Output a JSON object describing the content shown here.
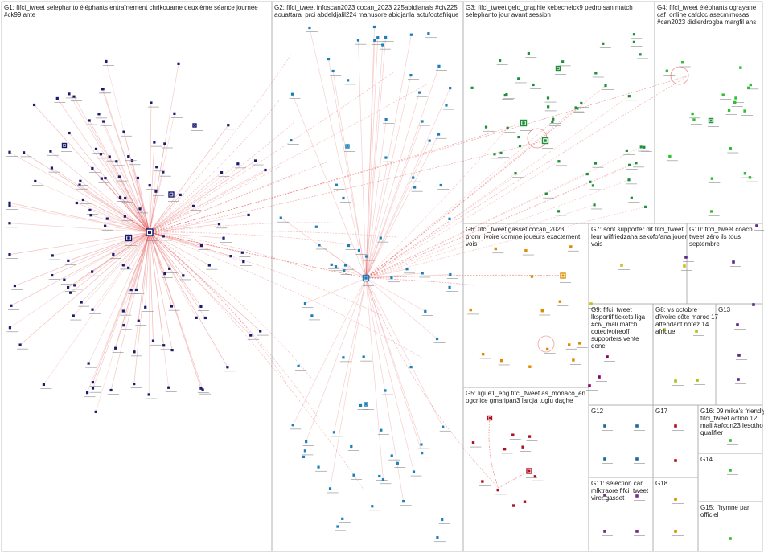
{
  "colors": {
    "g1": "#1a1a6e",
    "g2": "#1a7fb8",
    "g3": "#1f8f3a",
    "g4": "#2fbf2f",
    "g5": "#b01020",
    "g6": "#e08a00",
    "g7": "#c8c020",
    "g8": "#b0c010",
    "g9": "#8a006a",
    "g10": "#5a2a8a",
    "g11": "#7a2a8a",
    "g12": "#1a6a9a",
    "edge": "#e04040",
    "frame": "#b0b0b0"
  },
  "groups": [
    {
      "id": "G1",
      "lines": [
        "G1: fifci_tweet selephanto éléphants entraînement chrikouame deuxième séance journée",
        "#ck99 ante"
      ]
    },
    {
      "id": "G2",
      "lines": [
        "G2: fifci_tweet infoscan2023 cocan_2023 225abidjanais #civ225",
        "aouattara_prci abdeldjalil224 manusore abidjanla actufootafrique"
      ]
    },
    {
      "id": "G3",
      "lines": [
        "G3: fifci_tweet gelo_graphie kebecheick9 pedro san match",
        "selephanto jour avant session"
      ]
    },
    {
      "id": "G4",
      "lines": [
        "G4: fifci_tweet éléphants ograyane",
        "caf_online cafclcc asecmimosas",
        "#can2023 didierdrogba margfil ans"
      ]
    },
    {
      "id": "G5",
      "lines": [
        "G5: ligue1_eng fifci_tweet as_monaco_en",
        "ogcnice gmaripan3 laroja tugiu daghe"
      ]
    },
    {
      "id": "G6",
      "lines": [
        "G6: fifci_tweet gasset cocan_2023",
        "prom_ivoire comme joueurs exactement",
        "vois"
      ]
    },
    {
      "id": "G7",
      "lines": [
        "G7: sont supporter dit fifci_tweet",
        "leur wilfriedzaha sekofofana jouer",
        "vais"
      ]
    },
    {
      "id": "G8",
      "lines": [
        "G8: vs octobre",
        "d'ivoire côte maroc 17",
        "attendant notez 14",
        "afrique"
      ]
    },
    {
      "id": "G9",
      "lines": [
        "G9: fifci_tweet",
        "lksportif tickets liga",
        "#civ_mali match",
        "cotedivoireoff",
        "supporters vente",
        "donc"
      ]
    },
    {
      "id": "G10",
      "lines": [
        "G10: fifci_tweet coach",
        "tweet zéro ils tous",
        "septembre"
      ]
    },
    {
      "id": "G11",
      "lines": [
        "G11: sélection car",
        "mlktraore fifci_tweet",
        "virer gasset"
      ]
    },
    {
      "id": "G12",
      "lines": [
        "G12"
      ]
    },
    {
      "id": "G13",
      "lines": [
        "G13"
      ]
    },
    {
      "id": "G14",
      "lines": [
        "G14"
      ]
    },
    {
      "id": "G15",
      "lines": [
        "G15: l'hymne par",
        "officiel"
      ]
    },
    {
      "id": "G16",
      "lines": [
        "G16: 09 mika's friendly",
        "fifci_tweet action 12",
        "mali #afcon23 lesotho",
        "qualifier"
      ]
    },
    {
      "id": "G17",
      "lines": [
        "G17"
      ]
    },
    {
      "id": "G18",
      "lines": [
        "G18"
      ]
    }
  ]
}
